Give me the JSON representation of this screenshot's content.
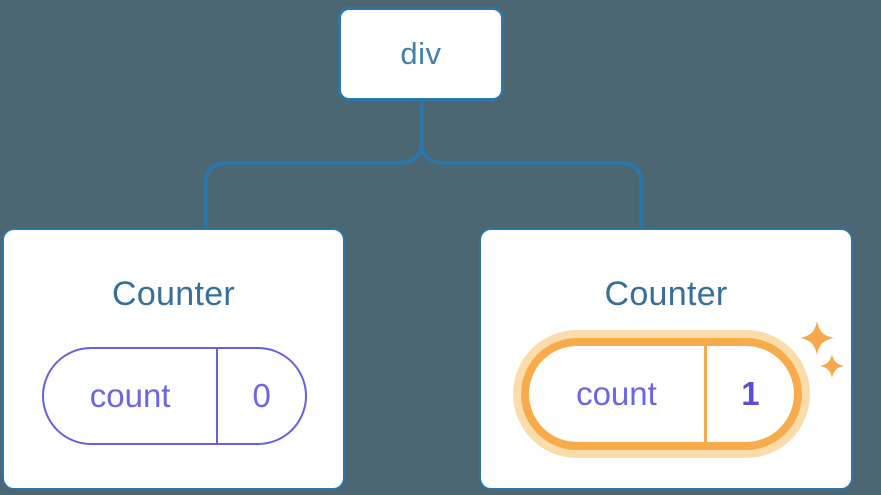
{
  "tree": {
    "root": {
      "label": "div"
    },
    "children": [
      {
        "title": "Counter",
        "state": {
          "key": "count",
          "value": "0"
        },
        "highlighted": false
      },
      {
        "title": "Counter",
        "state": {
          "key": "count",
          "value": "1"
        },
        "highlighted": true
      }
    ]
  },
  "icons": {
    "sparkle": "sparkle-icon"
  },
  "colors": {
    "background": "#4c6772",
    "connector_blue": "#2e76a8",
    "root_label_blue": "#4181ac",
    "title_blue": "#366f9a",
    "state_purple": "#6a66e4",
    "state_value_bold_purple": "#5a50d4",
    "pill_border_purple": "#6560dd",
    "highlight_orange": "#f7ab4a",
    "highlight_glow_orange": "#fbdcab",
    "card_background": "#ffffff"
  }
}
